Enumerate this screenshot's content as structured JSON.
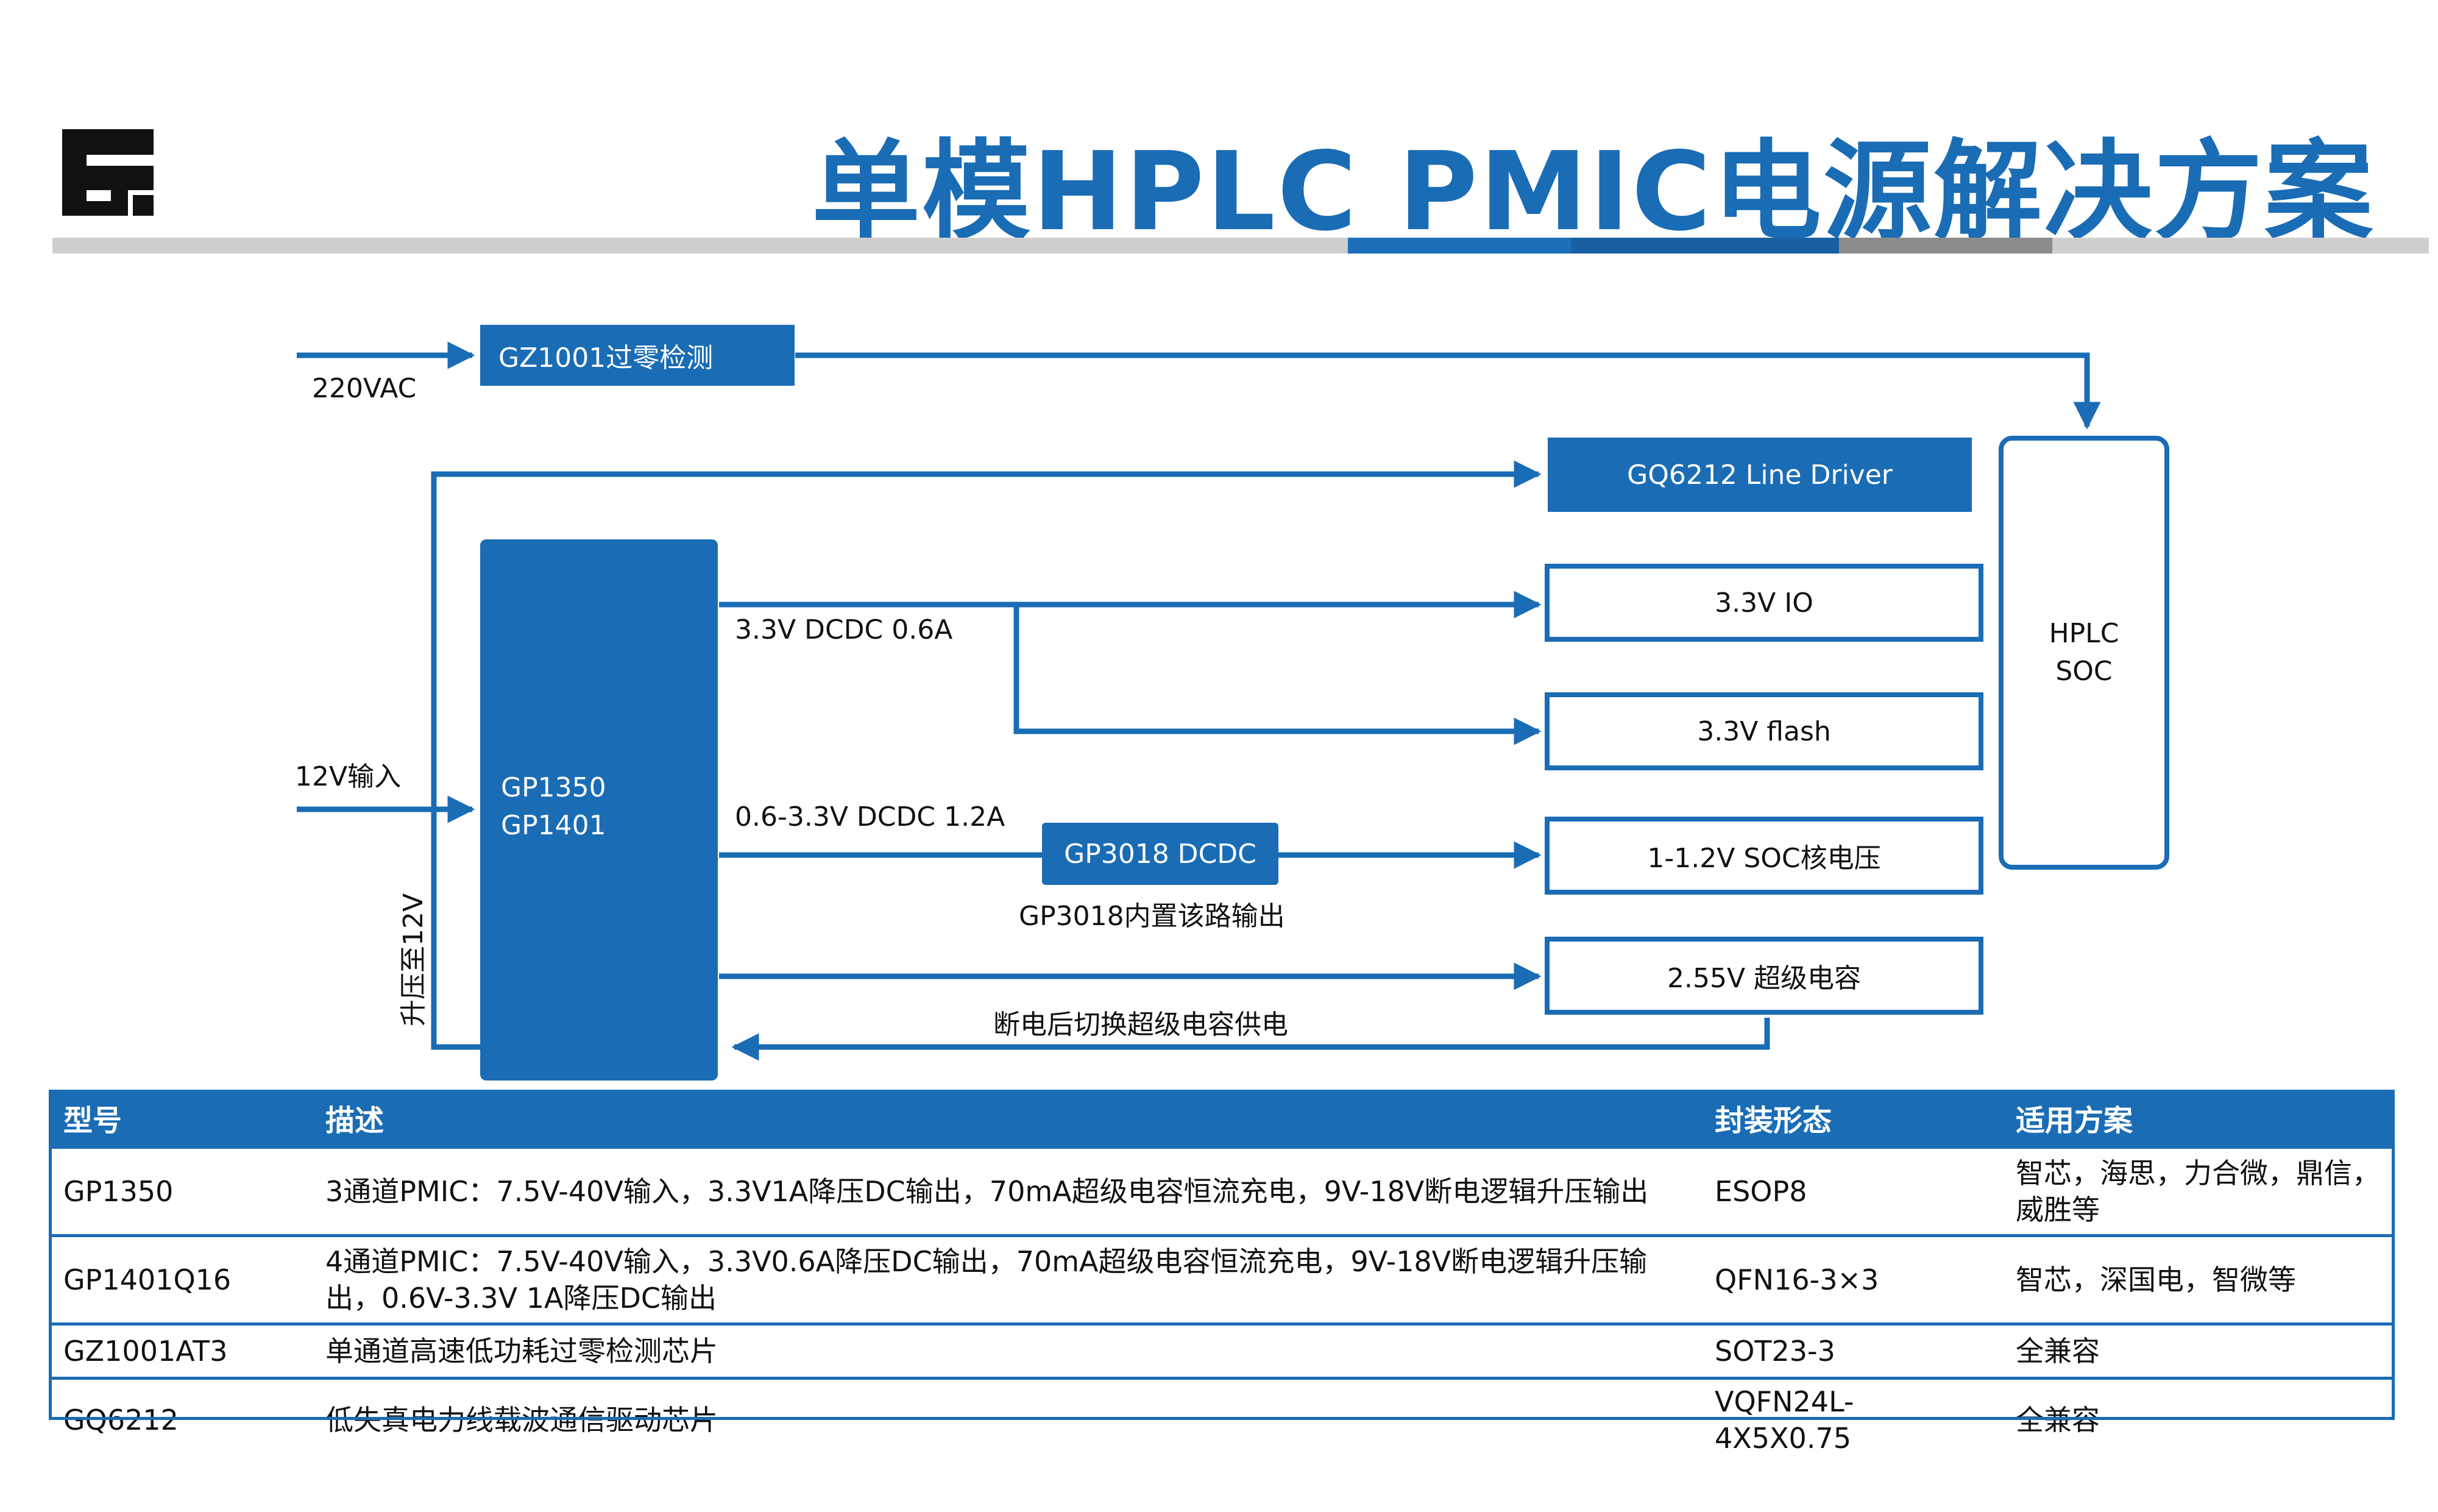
{
  "header": {
    "title": "单模HPLC PMIC电源解决方案",
    "brand_color": "#1a6cb5"
  },
  "logo": {
    "icon": "brand-logo-icon"
  },
  "diagram": {
    "inputs": {
      "ac": "220VAC",
      "dc12": "12V输入",
      "boost": "升压至12V"
    },
    "blocks": {
      "zero_cross": "GZ1001过零检测",
      "line_driver": "GQ6212 Line Driver",
      "pmic_line1": "GP1350",
      "pmic_line2": "GP1401",
      "io33": "3.3V IO",
      "flash33": "3.3V flash",
      "soc_core": "1-1.2V SOC核电压",
      "supercap": "2.55V 超级电容",
      "hplc_line1": "HPLC",
      "hplc_line2": "SOC",
      "gp3018": "GP3018 DCDC"
    },
    "labels": {
      "dcdc_06a": "3.3V DCDC 0.6A",
      "dcdc_12a": "0.6-3.3V DCDC 1.2A",
      "gp3018_note": "GP3018内置该路输出",
      "supercap_note": "断电后切换超级电容供电"
    }
  },
  "table": {
    "headers": [
      "型号",
      "描述",
      "封装形态",
      "适用方案"
    ],
    "rows": [
      {
        "model": "GP1350",
        "desc": "3通道PMIC：7.5V-40V输入，3.3V1A降压DC输出，70mA超级电容恒流充电，9V-18V断电逻辑升压输出",
        "package": "ESOP8",
        "solution": "智芯，海思，力合微，鼎信，威胜等"
      },
      {
        "model": "GP1401Q16",
        "desc": "4通道PMIC：7.5V-40V输入，3.3V0.6A降压DC输出，70mA超级电容恒流充电，9V-18V断电逻辑升压输出，0.6V-3.3V 1A降压DC输出",
        "package": "QFN16-3×3",
        "solution": "智芯，深国电，智微等"
      },
      {
        "model": "GZ1001AT3",
        "desc": "单通道高速低功耗过零检测芯片",
        "package": "SOT23-3",
        "solution": "全兼容"
      },
      {
        "model": "GQ6212",
        "desc": "低失真电力线载波通信驱动芯片",
        "package": "VQFN24L-4X5X0.75",
        "solution": "全兼容"
      }
    ]
  }
}
